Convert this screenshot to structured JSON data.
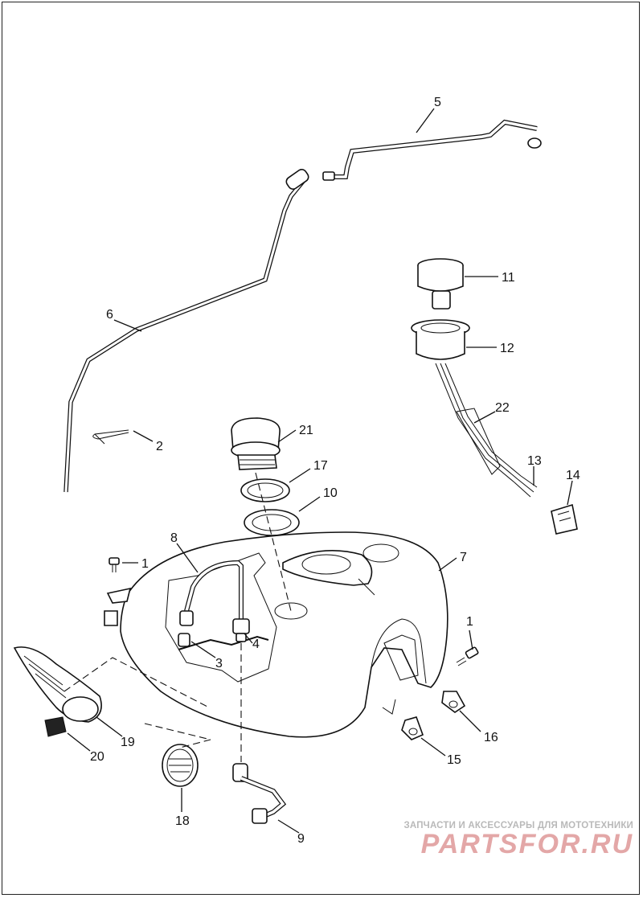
{
  "diagram": {
    "callouts": [
      {
        "id": "c1a",
        "label": "1"
      },
      {
        "id": "c1b",
        "label": "1"
      },
      {
        "id": "c2",
        "label": "2"
      },
      {
        "id": "c3",
        "label": "3"
      },
      {
        "id": "c4",
        "label": "4"
      },
      {
        "id": "c5",
        "label": "5"
      },
      {
        "id": "c6",
        "label": "6"
      },
      {
        "id": "c7",
        "label": "7"
      },
      {
        "id": "c8",
        "label": "8"
      },
      {
        "id": "c9",
        "label": "9"
      },
      {
        "id": "c10",
        "label": "10"
      },
      {
        "id": "c11",
        "label": "11"
      },
      {
        "id": "c12",
        "label": "12"
      },
      {
        "id": "c13",
        "label": "13"
      },
      {
        "id": "c14",
        "label": "14"
      },
      {
        "id": "c15",
        "label": "15"
      },
      {
        "id": "c16",
        "label": "16"
      },
      {
        "id": "c17",
        "label": "17"
      },
      {
        "id": "c18",
        "label": "18"
      },
      {
        "id": "c19",
        "label": "19"
      },
      {
        "id": "c20",
        "label": "20"
      },
      {
        "id": "c21",
        "label": "21"
      },
      {
        "id": "c22",
        "label": "22"
      }
    ]
  },
  "watermark": {
    "subtitle": "ЗАПЧАСТИ И АКСЕССУАРЫ ДЛЯ МОТОТЕХНИКИ",
    "brand": "PARTSFOR.RU",
    "color": "#e3a7a7"
  }
}
